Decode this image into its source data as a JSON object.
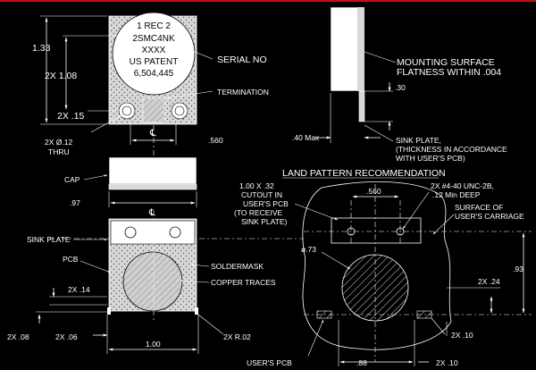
{
  "top_view": {
    "part_line1": "1  REC  2",
    "part_line2": "2SMC4NK",
    "part_line3": "XXXX",
    "part_line4": "US PATENT",
    "part_line5": "6,504,445",
    "dim_total_height": "1.33",
    "dim_hole_spacing": "2X 1.08",
    "dim_hole_offset": "2X .15",
    "dim_hole_dia": "2X Ø.12",
    "dim_hole_thru": "THRU",
    "dim_width": ".560",
    "centerline": "℄",
    "label_serial": "SERIAL NO",
    "label_termination": "TERMINATION"
  },
  "side_view": {
    "label_mounting_1": "MOUNTING SURFACE",
    "label_mounting_2": "FLATNESS WITHIN .004",
    "dim_thickness": ".30",
    "dim_sink_max": ".40 Max",
    "label_sink_1": "SINK PLATE,",
    "label_sink_2": "(THICKNESS IN ACCORDANCE",
    "label_sink_3": "WITH USER'S PCB)"
  },
  "front_view": {
    "label_cap": "CAP",
    "dim_width": ".97",
    "centerline": "℄"
  },
  "bottom_view": {
    "label_sink_plate": "SINK PLATE",
    "label_pcb": "PCB",
    "label_soldermask": "SOLDERMASK",
    "label_copper": "COPPER TRACES",
    "dim_pcb_offset": "2X .14",
    "dim_lead": "2X .08",
    "dim_lead_inset": "2X .06",
    "dim_radius": "2X R.02",
    "dim_width": "1.00"
  },
  "land_pattern": {
    "title": "LAND PATTERN RECOMMENDATION",
    "cutout_1": "1.00 X .32",
    "cutout_2": "CUTOUT IN",
    "cutout_3": "USER'S PCB",
    "cutout_4": "(TO RECEIVE",
    "cutout_5": "SINK PLATE)",
    "dim_spacing": ".560",
    "thread_1": "2X #4-40 UNC-2B,",
    "thread_2": ".12 Min DEEP",
    "surface_1": "SURFACE OF",
    "surface_2": "USER'S CARRIAGE",
    "dim_dia": "ø.73",
    "dim_pad_offset": "2X .24",
    "dim_height": ".93",
    "dim_pad_width": "2X .10",
    "dim_bottom_width": ".88",
    "dim_bottom_pad": "2X .10",
    "label_users_pcb": "USER'S PCB"
  }
}
